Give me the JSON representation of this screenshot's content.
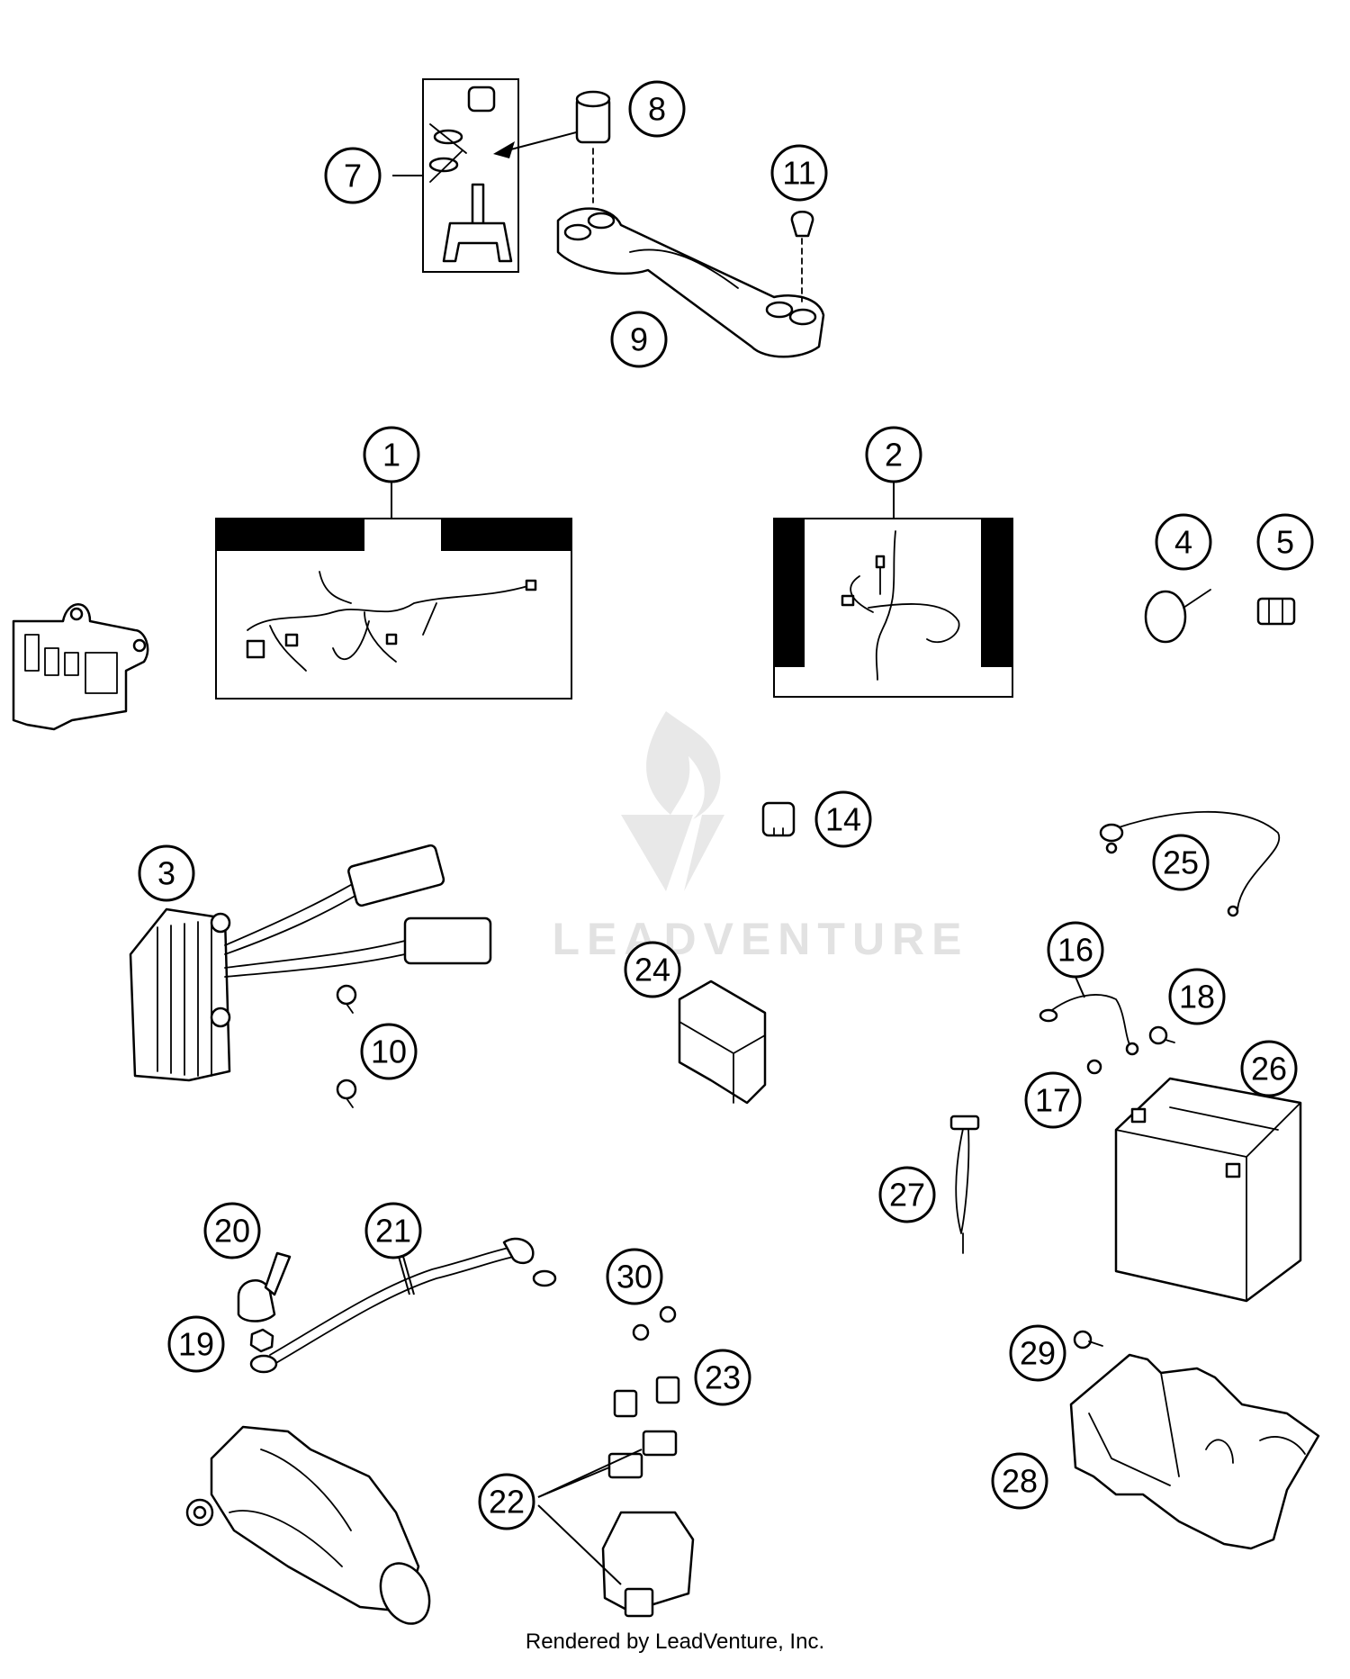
{
  "watermark": {
    "text": "LEADVENTURE"
  },
  "footer": {
    "text": "Rendered by LeadVenture, Inc."
  },
  "callouts": {
    "c1": "1",
    "c2": "2",
    "c3": "3",
    "c4": "4",
    "c5": "5",
    "c7": "7",
    "c8": "8",
    "c9": "9",
    "c10": "10",
    "c11": "11",
    "c14": "14",
    "c16": "16",
    "c17": "17",
    "c18": "18",
    "c19": "19",
    "c20": "20",
    "c21": "21",
    "c22": "22",
    "c23": "23",
    "c24": "24",
    "c25": "25",
    "c26": "26",
    "c27": "27",
    "c28": "28",
    "c29": "29",
    "c30": "30"
  }
}
